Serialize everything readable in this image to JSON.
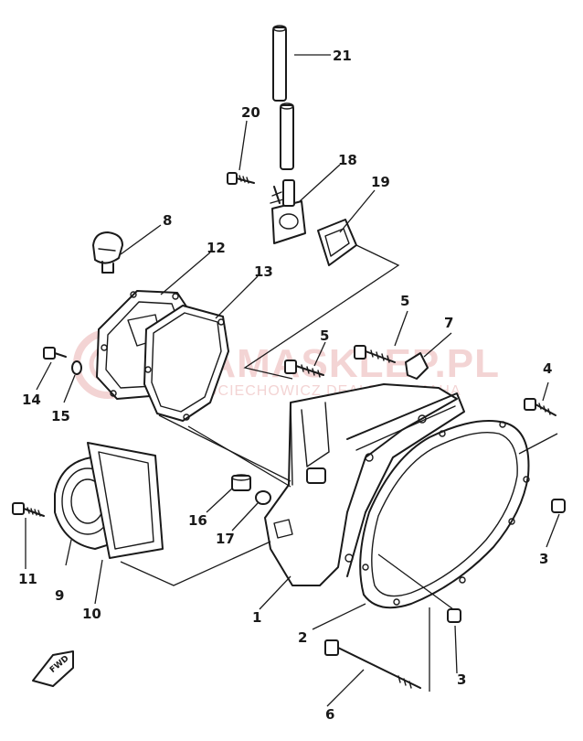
{
  "watermark": {
    "brand": "YAMASKLEP.PL",
    "subtitle": "WOJCIECHOWICZ DEALER YAMAHA",
    "color": "#f0c8c8"
  },
  "fwd_label": "FWD",
  "callouts": {
    "p1": "1",
    "p2": "2",
    "p3a": "3",
    "p3b": "3",
    "p4": "4",
    "p5a": "5",
    "p5b": "5",
    "p6": "6",
    "p7": "7",
    "p8": "8",
    "p9": "9",
    "p10": "10",
    "p11": "11",
    "p12": "12",
    "p13": "13",
    "p14": "14",
    "p15": "15",
    "p16": "16",
    "p17": "17",
    "p18": "18",
    "p19": "19",
    "p20": "20",
    "p21": "21"
  }
}
